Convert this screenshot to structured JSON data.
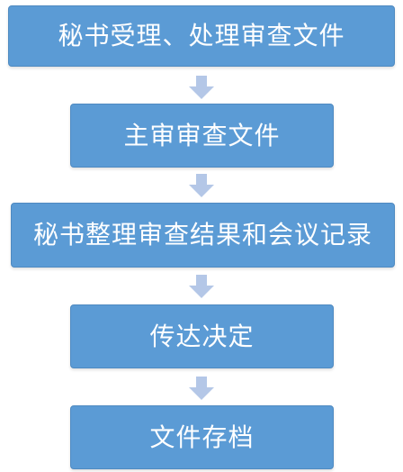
{
  "steps": [
    {
      "label": "秘书受理、处理审查文件"
    },
    {
      "label": "主审审查文件"
    },
    {
      "label": "秘书整理审查结果和会议记录"
    },
    {
      "label": "传达决定"
    },
    {
      "label": "文件存档"
    }
  ],
  "colors": {
    "box_fill": "#5b9bd5",
    "box_text": "#ffffff",
    "arrow_fill": "#b4c7e7"
  }
}
